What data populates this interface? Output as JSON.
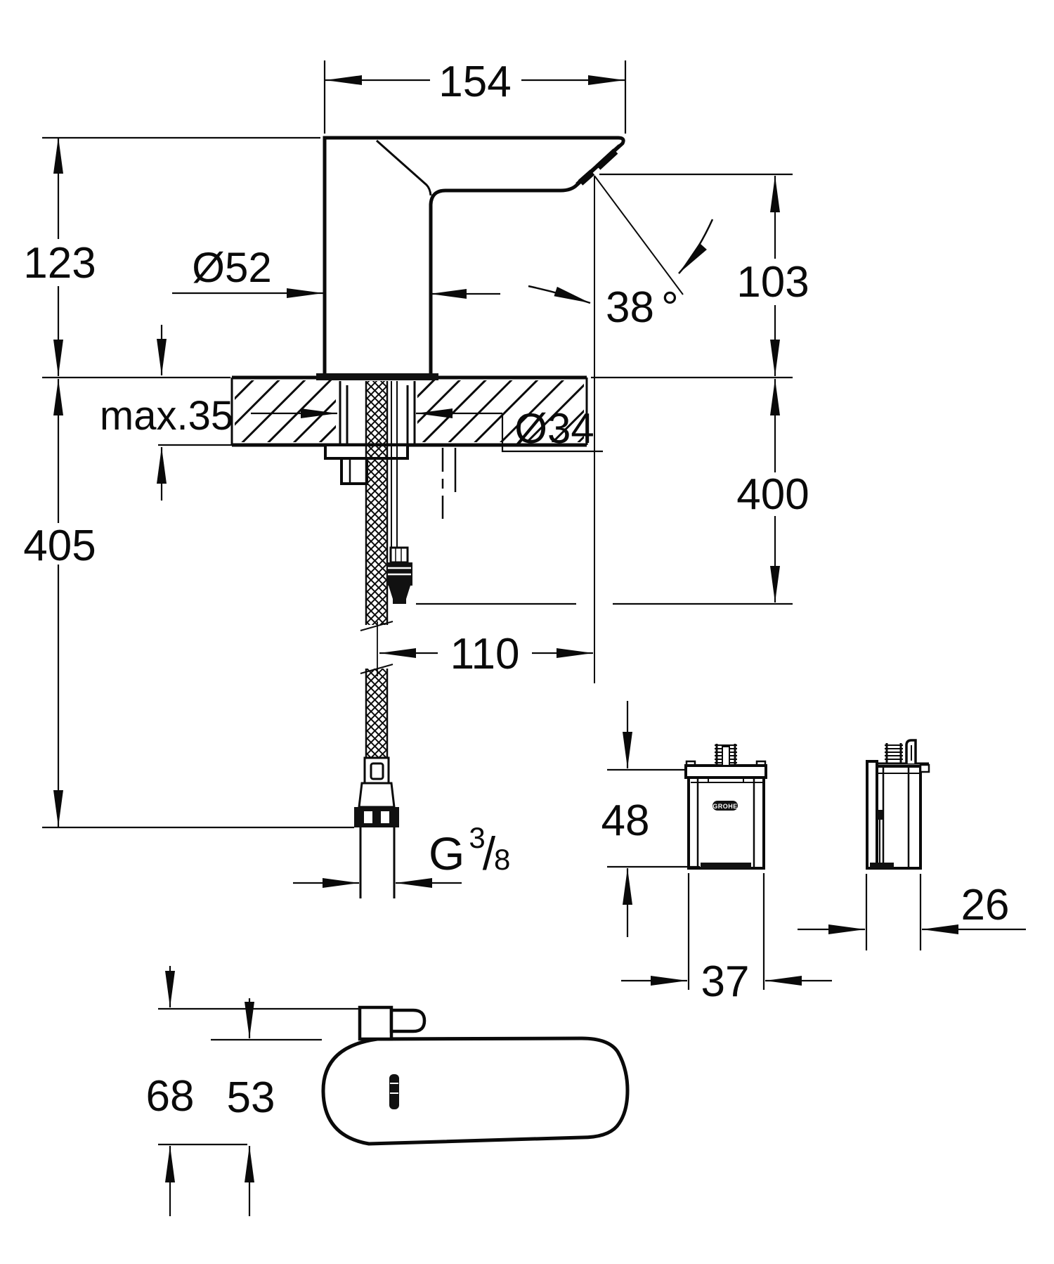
{
  "brand": "GROHE",
  "dims": {
    "spout_width": "154",
    "body_height_above_deck": "123",
    "overall_drop_below_deck": "405",
    "base_diameter": "Ø52",
    "max_deck_thickness": "max.35",
    "hole_diameter": "Ø34",
    "outlet_height": "103",
    "supply_drop": "400",
    "outlet_reach": "110",
    "spout_angle_value": "38",
    "spout_angle_unit": "°",
    "thread_prefix": "G",
    "thread_numerator": "3",
    "thread_slash": "/",
    "thread_denominator": "8",
    "control_box_height": "48",
    "control_box_width": "37",
    "control_box_depth": "26",
    "top_view_total_depth": "68",
    "top_view_body_depth": "53"
  }
}
